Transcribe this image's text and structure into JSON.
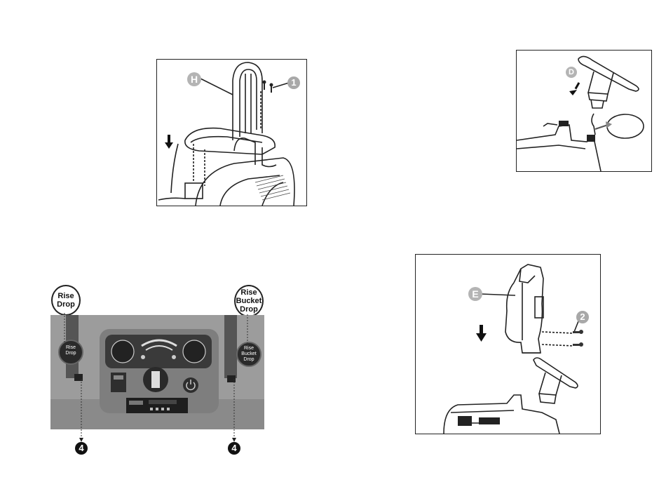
{
  "panel_seat": {
    "label_letter": "H",
    "label_number": "1"
  },
  "panel_steering": {
    "label_letter": "D"
  },
  "panel_dashboard": {
    "left_callout": {
      "line1": "Rise",
      "line2": "Drop"
    },
    "right_callout": {
      "line1": "Rise",
      "line2": "Bucket",
      "line3": "Drop"
    },
    "left_knob": {
      "line1": "Rise",
      "line2": "Drop"
    },
    "right_knob": {
      "line1": "Rise",
      "line2": "Bucket",
      "line3": "Drop"
    },
    "left_marker": "4",
    "right_marker": "4"
  },
  "panel_cover": {
    "label_letter": "E",
    "label_number": "2"
  },
  "colors": {
    "line": "#222222",
    "badge_gray": "#b4b4b4",
    "photo_gray": "#9a9a9a"
  },
  "icons": [
    "down-arrow-icon",
    "screw-icon",
    "power-button-icon"
  ]
}
